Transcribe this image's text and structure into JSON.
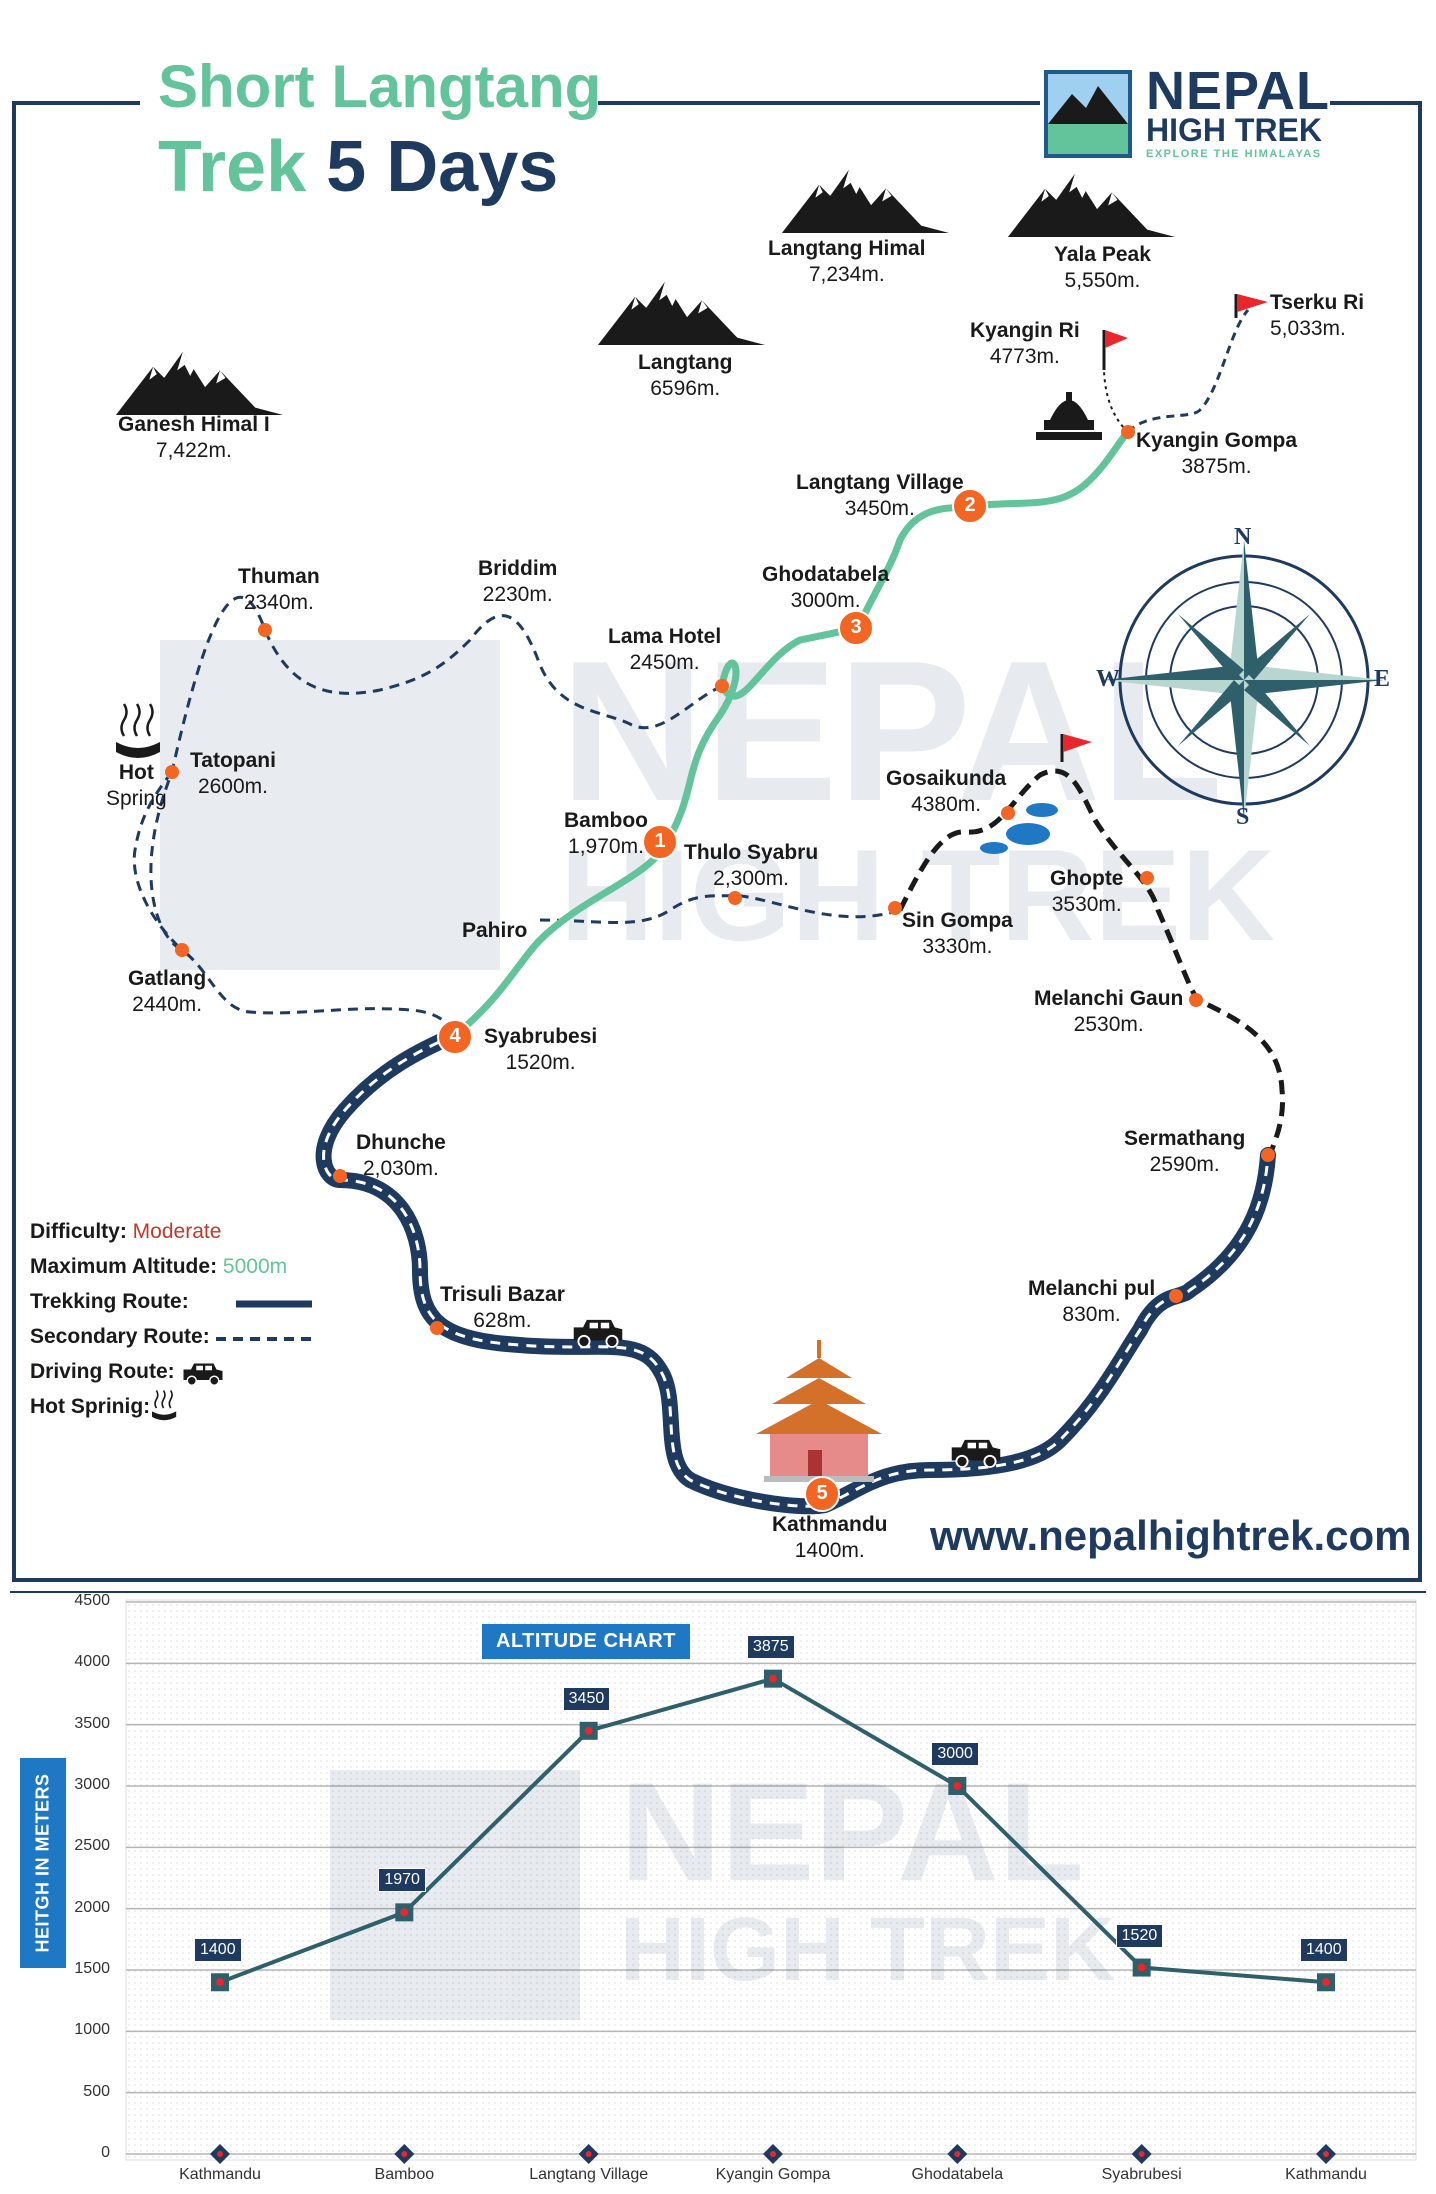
{
  "title": {
    "line1": "Short Langtang",
    "line2_a": "Trek",
    "line2_b": "5 Days"
  },
  "brand": {
    "name1": "NEPAL",
    "name2": "HIGH TREK",
    "tagline": "EXPLORE THE HIMALAYAS"
  },
  "website": "www.nepalhightrek.com",
  "peaks": [
    {
      "name": "Langtang Himal",
      "alt": "7,234m."
    },
    {
      "name": "Yala Peak",
      "alt": "5,550m."
    },
    {
      "name": "Langtang",
      "alt": "6596m."
    },
    {
      "name": "Ganesh Himal I",
      "alt": "7,422m."
    }
  ],
  "places": [
    {
      "name": "Kyangin Ri",
      "alt": "4773m."
    },
    {
      "name": "Tserku Ri",
      "alt": "5,033m."
    },
    {
      "name": "Kyangin Gompa",
      "alt": "3875m."
    },
    {
      "name": "Langtang Village",
      "alt": "3450m."
    },
    {
      "name": "Ghodatabela",
      "alt": "3000m."
    },
    {
      "name": "Lama Hotel",
      "alt": "2450m."
    },
    {
      "name": "Briddim",
      "alt": "2230m."
    },
    {
      "name": "Thuman",
      "alt": "2340m."
    },
    {
      "name": "Tatopani",
      "alt": "2600m."
    },
    {
      "name": "Gosaikunda",
      "alt": "4380m."
    },
    {
      "name": "Bamboo",
      "alt": "1,970m."
    },
    {
      "name": "Thulo Syabru",
      "alt": "2,300m."
    },
    {
      "name": "Ghopte",
      "alt": "3530m."
    },
    {
      "name": "Sin Gompa",
      "alt": "3330m."
    },
    {
      "name": "Pahiro",
      "alt": ""
    },
    {
      "name": "Gatlang",
      "alt": "2440m."
    },
    {
      "name": "Melanchi Gaun",
      "alt": "2530m."
    },
    {
      "name": "Syabrubesi",
      "alt": "1520m."
    },
    {
      "name": "Dhunche",
      "alt": "2,030m."
    },
    {
      "name": "Sermathang",
      "alt": "2590m."
    },
    {
      "name": "Trisuli Bazar",
      "alt": "628m."
    },
    {
      "name": "Melanchi pul",
      "alt": "830m."
    },
    {
      "name": "Kathmandu",
      "alt": "1400m."
    }
  ],
  "hot_spring": {
    "line1": "Hot",
    "line2": "Spring"
  },
  "stops": [
    "1",
    "2",
    "3",
    "4",
    "5"
  ],
  "compass": {
    "N": "N",
    "S": "S",
    "E": "E",
    "W": "W"
  },
  "legend": {
    "difficulty_label": "Difficulty:",
    "difficulty_value": "Moderate",
    "maxalt_label": "Maximum Altitude:",
    "maxalt_value": "5000m",
    "trekking": "Trekking Route:",
    "secondary": "Secondary Route:",
    "driving": "Driving Route:",
    "hotspring": "Hot Sprinig:"
  },
  "colors": {
    "trek": "#63c39a",
    "road": "#1e3a5f",
    "marker": "#f26522",
    "flag": "#e8262b",
    "chart_line": "#2e5f6a"
  },
  "chart_data": {
    "type": "line",
    "title": "ALTITUDE CHART",
    "ylabel": "HEITGH IN METERS",
    "xlabel": "",
    "categories": [
      "Kathmandu",
      "Bamboo",
      "Langtang Village",
      "Kyangin Gompa",
      "Ghodatabela",
      "Syabrubesi",
      "Kathmandu"
    ],
    "values": [
      1400,
      1970,
      3450,
      3875,
      3000,
      1520,
      1400
    ],
    "ylim": [
      0,
      4500
    ],
    "yticks": [
      0,
      500,
      1000,
      1500,
      2000,
      2500,
      3000,
      3500,
      4000,
      4500
    ],
    "grid": true
  }
}
